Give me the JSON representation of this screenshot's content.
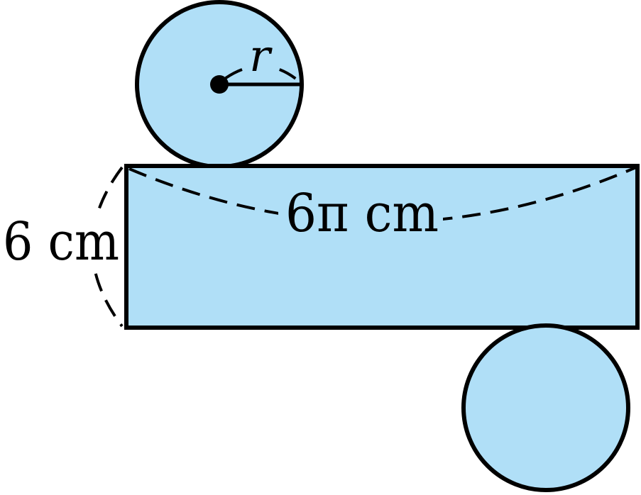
{
  "colors": {
    "fill": "#b0dff7",
    "stroke": "#000000",
    "background": "#ffffff"
  },
  "labels": {
    "radius": "r",
    "height": "6 cm",
    "circumference": "6π cm"
  }
}
